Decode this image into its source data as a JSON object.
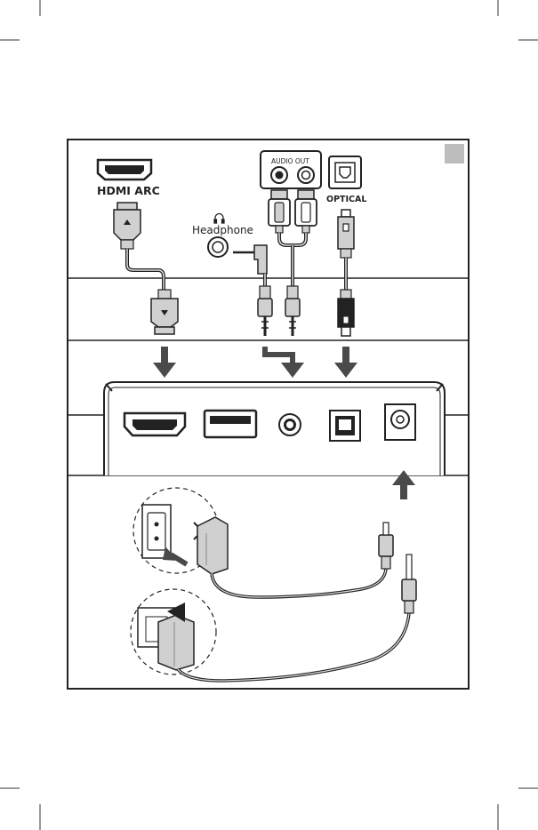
{
  "labels": {
    "hdmi": "HDMI ARC",
    "headphone": "Headphone",
    "audio_out": "AUDIO OUT",
    "optical": "OPTICAL"
  },
  "colors": {
    "line": "#222222",
    "arrow": "#4a4a4a",
    "badge": "#bdbdbd",
    "plug_fill": "#d0d0d0"
  },
  "icons": {
    "headphone": "headphone-icon",
    "page_badge": "square-badge-icon"
  }
}
